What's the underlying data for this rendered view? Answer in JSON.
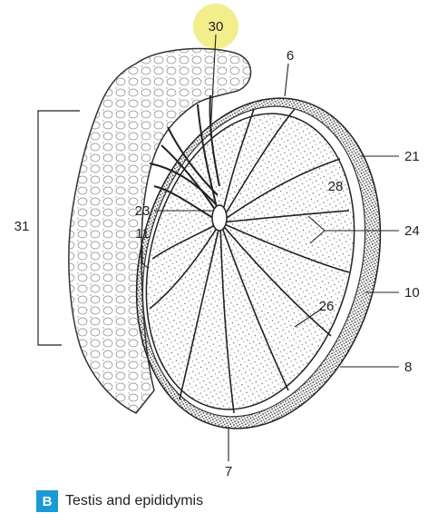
{
  "figure": {
    "badge": "B",
    "caption": "Testis and epididymis",
    "highlight_color": "#f3ee8c",
    "badge_color": "#1a9ad6"
  },
  "labels": {
    "l30": "30",
    "l6": "6",
    "l21": "21",
    "l28": "28",
    "l23": "23",
    "l11": "11",
    "l31": "31",
    "l24": "24",
    "l26": "26",
    "l10": "10",
    "l8": "8",
    "l7": "7"
  }
}
